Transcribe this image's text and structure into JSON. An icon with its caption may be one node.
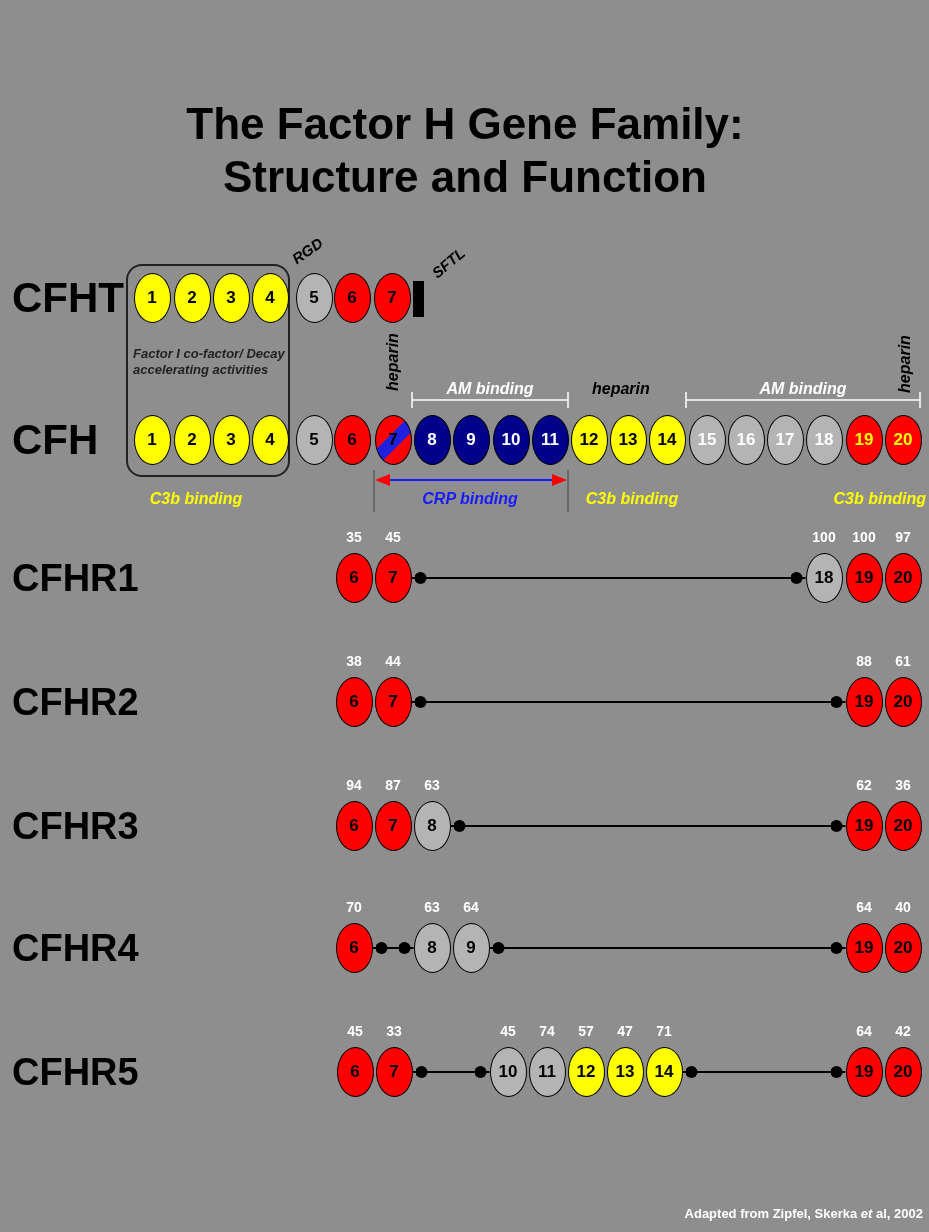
{
  "diagram": {
    "title": "The Factor H Gene Family: Structure and Function",
    "nodes": [
      {
        "text": [
          "Factor I co-factor/ Decay accelerating activities"
        ]
      },
      {
        "text": [
          "1"
        ],
        "in": 0
      },
      {
        "text": [
          "2"
        ],
        "in": 0
      },
      {
        "text": [
          "3"
        ],
        "in": 0
      },
      {
        "text": [
          "4"
        ],
        "in": 0
      },
      {
        "text": [
          "5"
        ]
      },
      {
        "text": [
          "6"
        ]
      },
      {
        "text": [
          "7"
        ]
      },
      {
        "text": [
          "1"
        ],
        "in": 0
      },
      {
        "text": [
          "2"
        ],
        "in": 0
      },
      {
        "text": [
          "3"
        ],
        "in": 0
      },
      {
        "text": [
          "4"
        ],
        "in": 0
      },
      {
        "text": [
          "5"
        ]
      },
      {
        "text": [
          "6"
        ]
      },
      {
        "text": [
          "7"
        ]
      },
      {
        "text": [
          "8"
        ]
      },
      {
        "text": [
          "9"
        ]
      },
      {
        "text": [
          "10"
        ]
      },
      {
        "text": [
          "11"
        ]
      },
      {
        "text": [
          "12"
        ]
      },
      {
        "text": [
          "13"
        ]
      },
      {
        "text": [
          "14"
        ]
      },
      {
        "text": [
          "15"
        ]
      },
      {
        "text": [
          "16"
        ]
      },
      {
        "text": [
          "17"
        ]
      },
      {
        "text": [
          "18"
        ]
      },
      {
        "text": [
          "19"
        ]
      },
      {
        "text": [
          "20"
        ]
      },
      {
        "text": [
          "6"
        ],
        "beside": [
          "35"
        ]
      },
      {
        "text": [
          "7"
        ],
        "beside": [
          "45"
        ]
      },
      {
        "text": [
          "18"
        ],
        "beside": [
          "100"
        ]
      },
      {
        "text": [
          "19"
        ],
        "beside": [
          "100"
        ]
      },
      {
        "text": [
          "20"
        ],
        "beside": [
          "97"
        ]
      },
      {
        "text": [
          "6"
        ],
        "beside": [
          "38"
        ]
      },
      {
        "text": [
          "7"
        ],
        "beside": [
          "44"
        ]
      },
      {
        "text": [
          "19"
        ],
        "beside": [
          "88"
        ]
      },
      {
        "text": [
          "20"
        ],
        "beside": [
          "61"
        ]
      },
      {
        "text": [
          "6"
        ],
        "beside": [
          "94"
        ]
      },
      {
        "text": [
          "7"
        ],
        "beside": [
          "87"
        ]
      },
      {
        "text": [
          "8"
        ],
        "beside": [
          "63"
        ]
      },
      {
        "text": [
          "19"
        ],
        "beside": [
          "62"
        ]
      },
      {
        "text": [
          "20"
        ],
        "beside": [
          "36"
        ]
      },
      {
        "text": [
          "6"
        ],
        "beside": [
          "70"
        ]
      },
      {
        "text": [
          "8"
        ],
        "beside": [
          "63"
        ]
      },
      {
        "text": [
          "9"
        ],
        "beside": [
          "64"
        ]
      },
      {
        "text": [
          "19"
        ],
        "beside": [
          "64"
        ]
      },
      {
        "text": [
          "20"
        ],
        "beside": [
          "40"
        ]
      },
      {
        "text": [
          "6"
        ],
        "beside": [
          "45"
        ]
      },
      {
        "text": [
          "7"
        ],
        "beside": [
          "33"
        ]
      },
      {
        "text": [
          "10"
        ],
        "beside": [
          "45"
        ]
      },
      {
        "text": [
          "11"
        ],
        "beside": [
          "74"
        ]
      },
      {
        "text": [
          "12"
        ],
        "beside": [
          "57"
        ]
      },
      {
        "text": [
          "13"
        ],
        "beside": [
          "47"
        ]
      },
      {
        "text": [
          "14"
        ],
        "beside": [
          "71"
        ]
      },
      {
        "text": [
          "19"
        ],
        "beside": [
          "64"
        ]
      },
      {
        "text": [
          "20"
        ],
        "beside": [
          "42"
        ]
      }
    ],
    "edges": [
      {
        "from": 29,
        "to": 30,
        "arrow": "other"
      },
      {
        "from": 34,
        "to": 35,
        "arrow": "other"
      },
      {
        "from": 39,
        "to": 40,
        "arrow": "other"
      },
      {
        "from": 42,
        "to": 43,
        "arrow": "other"
      },
      {
        "from": 44,
        "to": 45,
        "arrow": "other"
      },
      {
        "from": 48,
        "to": 49,
        "arrow": "other"
      },
      {
        "from": 53,
        "to": 54,
        "arrow": "other"
      }
    ],
    "labels": [
      "CFHT",
      "RGD",
      "SFTL",
      "heparin",
      "AM binding",
      "heparin",
      "AM binding",
      "heparin",
      "CFH",
      "C3b binding",
      "CRP binding",
      "C3b binding",
      "C3b binding",
      "CFHR1",
      "CFHR2",
      "CFHR3",
      "CFHR4",
      "CFHR5",
      "Adapted from Zipfel, Skerka *et* al, 2002"
    ]
  }
}
